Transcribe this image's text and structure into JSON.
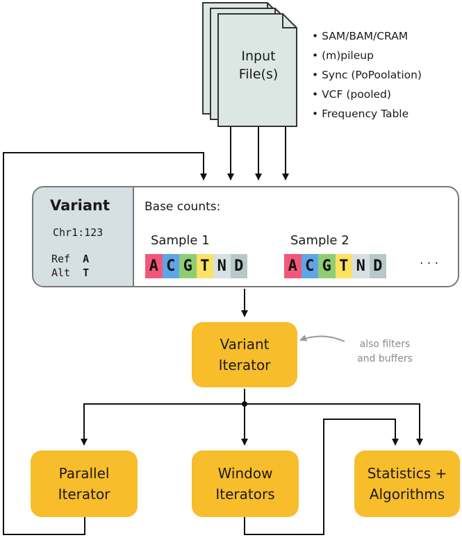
{
  "input_file": {
    "line1": "Input",
    "line2": "File(s)"
  },
  "formats": [
    "• SAM/BAM/CRAM",
    "• (m)pileup",
    "• Sync (PoPoolation)",
    "• VCF (pooled)",
    "• Frequency Table"
  ],
  "variant": {
    "title": "Variant",
    "position": "Chr1:123",
    "ref_label": "Ref",
    "ref_value": "A",
    "alt_label": "Alt",
    "alt_value": "T",
    "base_counts_label": "Base counts:",
    "samples": [
      {
        "name": "Sample 1",
        "bases": [
          "A",
          "C",
          "G",
          "T",
          "N",
          "D"
        ]
      },
      {
        "name": "Sample 2",
        "bases": [
          "A",
          "C",
          "G",
          "T",
          "N",
          "D"
        ]
      }
    ],
    "ellipsis": "· · ·",
    "base_colors": [
      "#f2577a",
      "#5ea6e8",
      "#8fcd72",
      "#fde163",
      "#d7e0e2",
      "#b7c9c7"
    ]
  },
  "variant_iterator": {
    "line1": "Variant",
    "line2": "Iterator"
  },
  "note": {
    "line1": "also filters",
    "line2": "and buffers"
  },
  "parallel_iterator": {
    "line1": "Parallel",
    "line2": "Iterator"
  },
  "window_iterators": {
    "line1": "Window",
    "line2": "Iterators"
  },
  "statistics": {
    "line1": "Statistics +",
    "line2": "Algorithms"
  },
  "colors": {
    "node": "#f8bd2b",
    "page": "#dce7e3",
    "variant_side": "#d6dfe1",
    "border": "#777777"
  }
}
